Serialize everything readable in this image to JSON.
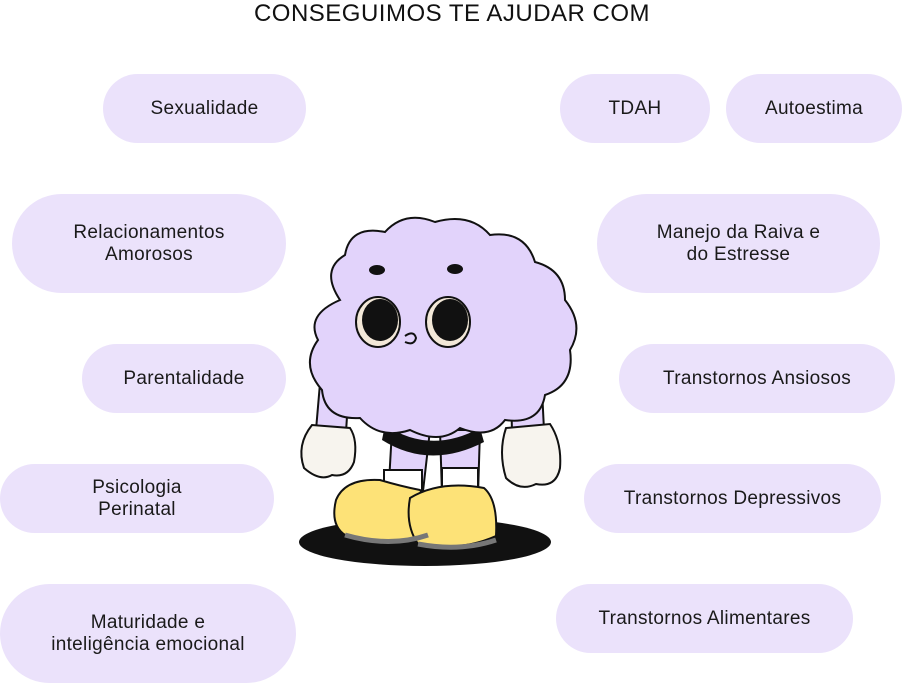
{
  "title": "CONSEGUIMOS TE AJUDAR COM",
  "topics": {
    "sexualidade": "Sexualidade",
    "tdah": "TDAH",
    "autoestima": "Autoestima",
    "relacionamentos": "Relacionamentos\nAmorosos",
    "raiva": "Manejo da Raiva e\ndo Estresse",
    "parentalidade": "Parentalidade",
    "ansiosos": "Transtornos Ansiosos",
    "perinatal": "Psicologia\nPerinatal",
    "depressivos": "Transtornos Depressivos",
    "maturidade": "Maturidade e\ninteligência emocional",
    "alimentares": "Transtornos Alimentares"
  },
  "colors": {
    "pill": "#ebe2fb",
    "mascot_body": "#e2d3fb",
    "shoes": "#fde277",
    "outline": "#111111"
  },
  "mascot": {
    "icon": "brain-mascot-illustration"
  }
}
